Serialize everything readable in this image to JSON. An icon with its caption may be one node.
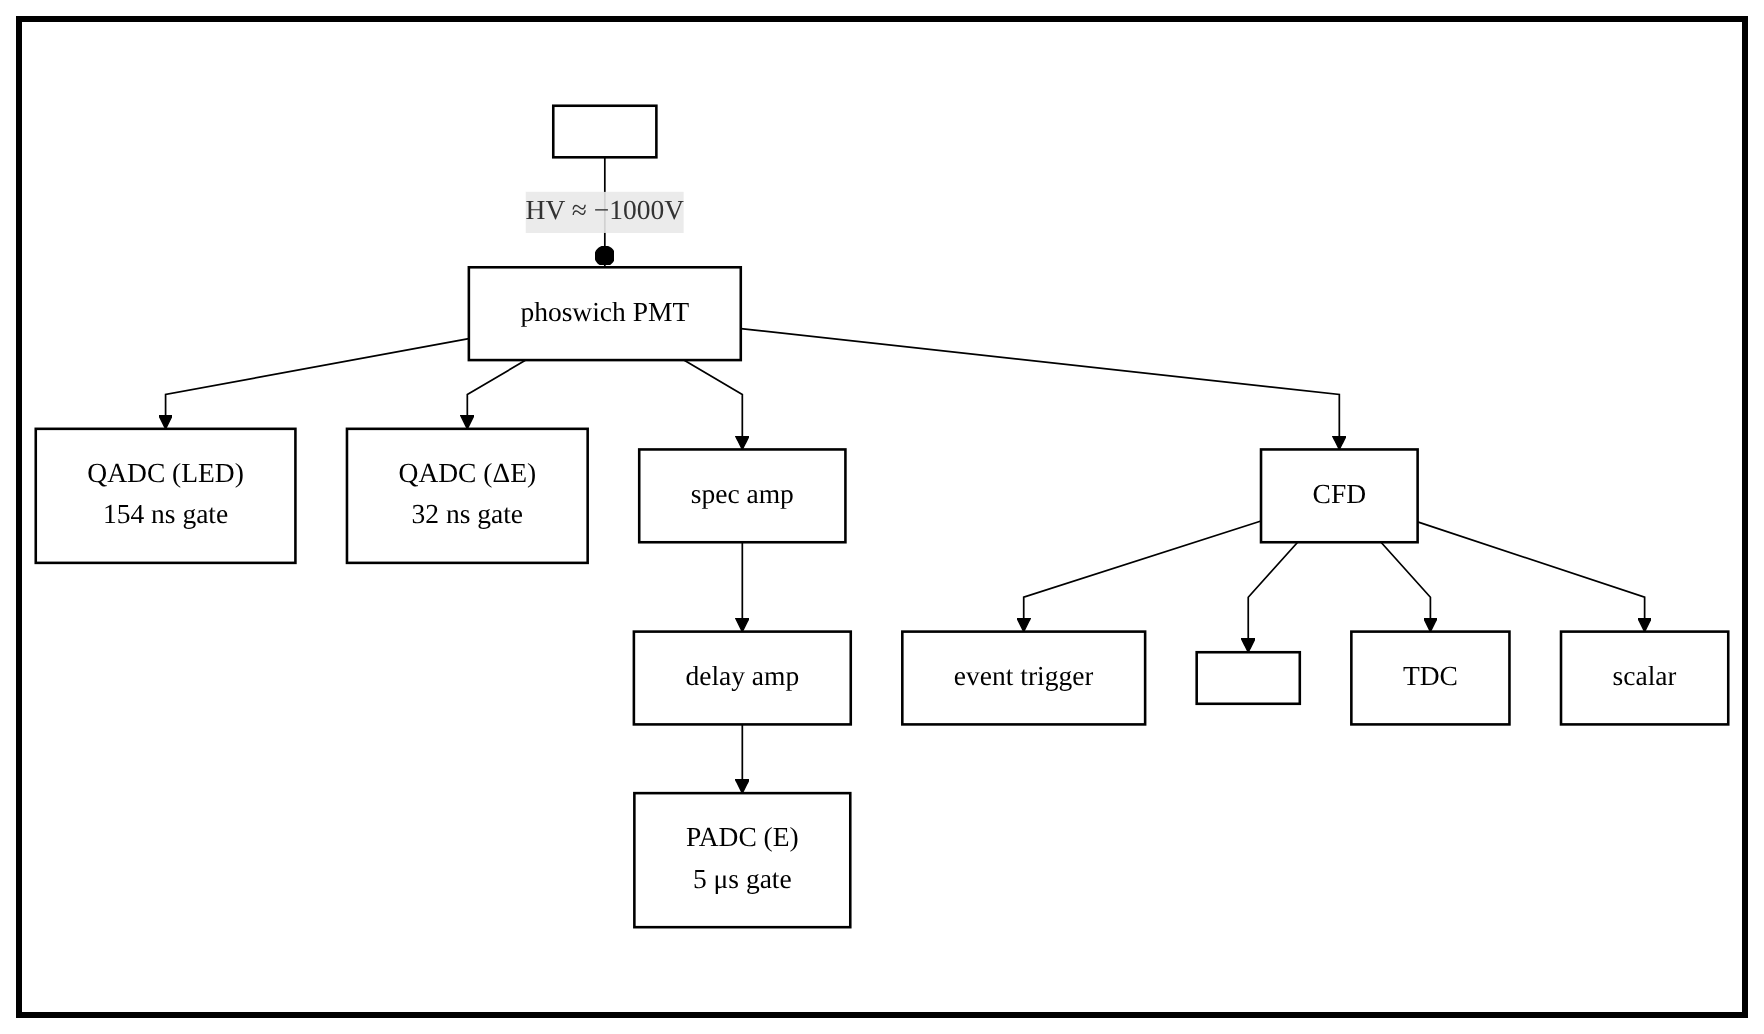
{
  "diagram": {
    "nodes": [
      {
        "text": [
          "phoswich PMT"
        ]
      },
      {
        "text": [],
        "shape": "box"
      },
      {
        "text": [
          "spec amp"
        ]
      },
      {
        "text": [
          "CFD"
        ]
      },
      {
        "text": [
          "event trigger"
        ]
      },
      {
        "text": [
          "delay amp"
        ]
      },
      {
        "text": [
          "QADC (LED)",
          "154 ns gate"
        ]
      },
      {
        "text": [
          "QADC (ΔE)",
          "32 ns gate"
        ]
      },
      {
        "text": [
          "PADC (E)",
          "5 μs gate"
        ]
      },
      {
        "text": [],
        "shape": "box"
      },
      {
        "text": [
          "TDC"
        ]
      },
      {
        "text": [
          "scalar"
        ]
      }
    ],
    "edges": [
      {
        "from": 1,
        "to": 0,
        "arrow": "other",
        "label": "HV ≈ −1000V"
      },
      {
        "from": 0,
        "to": 6,
        "arrow": "to"
      },
      {
        "from": 0,
        "to": 7,
        "arrow": "to"
      },
      {
        "from": 0,
        "to": 2,
        "arrow": "to"
      },
      {
        "from": 0,
        "to": 3,
        "arrow": "to"
      },
      {
        "from": 2,
        "to": 5,
        "arrow": "to"
      },
      {
        "from": 5,
        "to": 8,
        "arrow": "to"
      },
      {
        "from": 3,
        "to": 4,
        "arrow": "to"
      },
      {
        "from": 3,
        "to": 9,
        "arrow": "to"
      },
      {
        "from": 3,
        "to": 10,
        "arrow": "to"
      },
      {
        "from": 3,
        "to": 11,
        "arrow": "to"
      }
    ]
  }
}
